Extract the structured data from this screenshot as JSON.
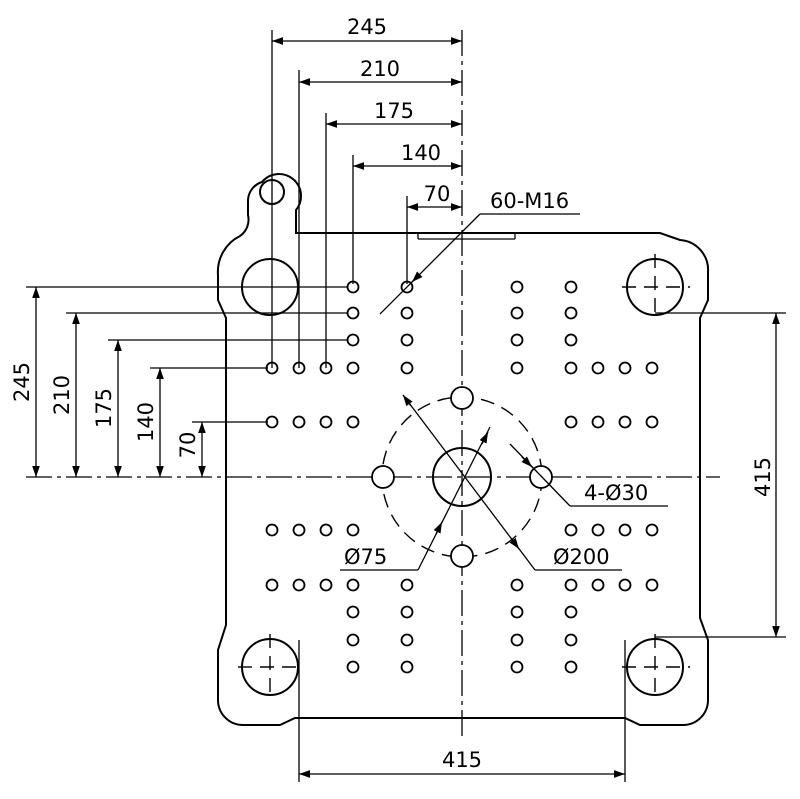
{
  "top_dimensions": [
    "245",
    "210",
    "175",
    "140",
    "70"
  ],
  "left_dimensions": [
    "245",
    "210",
    "175",
    "140",
    "70"
  ],
  "bottom_dimension": "415",
  "right_dimension": "415",
  "callouts": {
    "tapped_holes": "60-M16",
    "ring_holes": "4-Ø30",
    "center_bore": "Ø75",
    "bolt_circle": "Ø200"
  }
}
